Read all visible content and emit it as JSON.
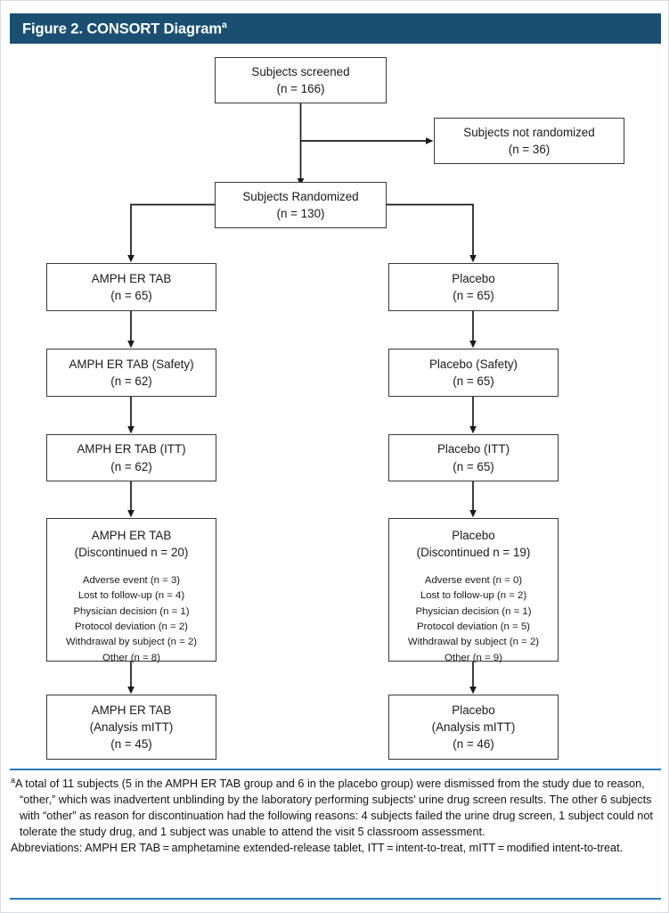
{
  "figure": {
    "title": "Figure 2. CONSORT Diagram",
    "title_superscript": "a",
    "header_color": "#1b4f72",
    "rule_color": "#2e7ab8"
  },
  "chart_data": {
    "type": "diagram",
    "title": "Figure 2. CONSORT Diagram",
    "nodes": [
      {
        "id": "screened",
        "label": "Subjects screened",
        "n": "(n = 166)"
      },
      {
        "id": "not-randomized",
        "label": "Subjects not randomized",
        "n": "(n = 36)"
      },
      {
        "id": "randomized",
        "label": "Subjects Randomized",
        "n": "(n = 130)"
      },
      {
        "id": "amph-assigned",
        "label": "AMPH ER TAB",
        "n": "(n = 65)"
      },
      {
        "id": "placebo-assigned",
        "label": "Placebo",
        "n": "(n = 65)"
      },
      {
        "id": "amph-safety",
        "label": "AMPH ER TAB (Safety)",
        "n": "(n = 62)"
      },
      {
        "id": "placebo-safety",
        "label": "Placebo (Safety)",
        "n": "(n = 65)"
      },
      {
        "id": "amph-itt",
        "label": "AMPH ER TAB (ITT)",
        "n": "(n = 62)"
      },
      {
        "id": "placebo-itt",
        "label": "Placebo (ITT)",
        "n": "(n = 65)"
      },
      {
        "id": "amph-disc",
        "label": "AMPH ER TAB",
        "n": "(Discontinued n = 20)"
      },
      {
        "id": "placebo-disc",
        "label": "Placebo",
        "n": "(Discontinued n = 19)"
      },
      {
        "id": "amph-mitt",
        "label": "AMPH ER TAB",
        "n": "(Analysis mITT)",
        "n2": "(n = 45)"
      },
      {
        "id": "placebo-mitt",
        "label": "Placebo",
        "n": "(Analysis mITT)",
        "n2": "(n = 46)"
      }
    ],
    "amph_discontinued_reasons": [
      "Adverse event (n = 3)",
      "Lost to follow-up (n = 4)",
      "Physician decision (n = 1)",
      "Protocol deviation (n = 2)",
      "Withdrawal by subject (n = 2)",
      "Other (n = 8)"
    ],
    "placebo_discontinued_reasons": [
      "Adverse event (n = 0)",
      "Lost to follow-up (n = 2)",
      "Physician decision (n = 1)",
      "Protocol deviation (n = 5)",
      "Withdrawal by subject (n = 2)",
      "Other (n = 9)"
    ]
  },
  "nodes": {
    "screened": {
      "l1": "Subjects screened",
      "l2": "(n = 166)"
    },
    "not_randomized": {
      "l1": "Subjects not randomized",
      "l2": "(n = 36)"
    },
    "randomized": {
      "l1": "Subjects Randomized",
      "l2": "(n = 130)"
    },
    "amph_assigned": {
      "l1": "AMPH ER TAB",
      "l2": "(n = 65)"
    },
    "placebo_assigned": {
      "l1": "Placebo",
      "l2": "(n = 65)"
    },
    "amph_safety": {
      "l1": "AMPH ER TAB (Safety)",
      "l2": "(n = 62)"
    },
    "placebo_safety": {
      "l1": "Placebo (Safety)",
      "l2": "(n = 65)"
    },
    "amph_itt": {
      "l1": "AMPH ER TAB (ITT)",
      "l2": "(n = 62)"
    },
    "placebo_itt": {
      "l1": "Placebo (ITT)",
      "l2": "(n = 65)"
    },
    "amph_disc": {
      "l1": "AMPH ER TAB",
      "l2": "(Discontinued n = 20)",
      "r1": "Adverse event (n = 3)",
      "r2": "Lost to follow-up (n = 4)",
      "r3": "Physician decision (n = 1)",
      "r4": "Protocol deviation (n = 2)",
      "r5": "Withdrawal by subject (n = 2)",
      "r6": "Other (n = 8)"
    },
    "placebo_disc": {
      "l1": "Placebo",
      "l2": "(Discontinued n = 19)",
      "r1": "Adverse event (n = 0)",
      "r2": "Lost to follow-up (n = 2)",
      "r3": "Physician decision (n = 1)",
      "r4": "Protocol deviation (n = 5)",
      "r5": "Withdrawal by subject (n = 2)",
      "r6": "Other (n = 9)"
    },
    "amph_mitt": {
      "l1": "AMPH ER TAB",
      "l2": "(Analysis mITT)",
      "l3": "(n = 45)"
    },
    "placebo_mitt": {
      "l1": "Placebo",
      "l2": "(Analysis mITT)",
      "l3": "(n = 46)"
    }
  },
  "footnote": {
    "marker": "a",
    "para1": "A total of 11 subjects (5 in the AMPH ER TAB group and 6 in the placebo group) were dismissed from the study due to reason, “other,” which was inadvertent unblinding by the laboratory performing subjects’ urine drug screen results. The other 6 subjects with “other” as reason for discontinuation had the following reasons: 4 subjects failed the urine drug screen, 1 subject could not tolerate the study drug, and 1 subject was unable to attend the visit 5 classroom assessment.",
    "para2": "Abbreviations: AMPH ER TAB = amphetamine extended-release tablet, ITT = intent-to-treat, mITT = modified intent-to-treat."
  }
}
